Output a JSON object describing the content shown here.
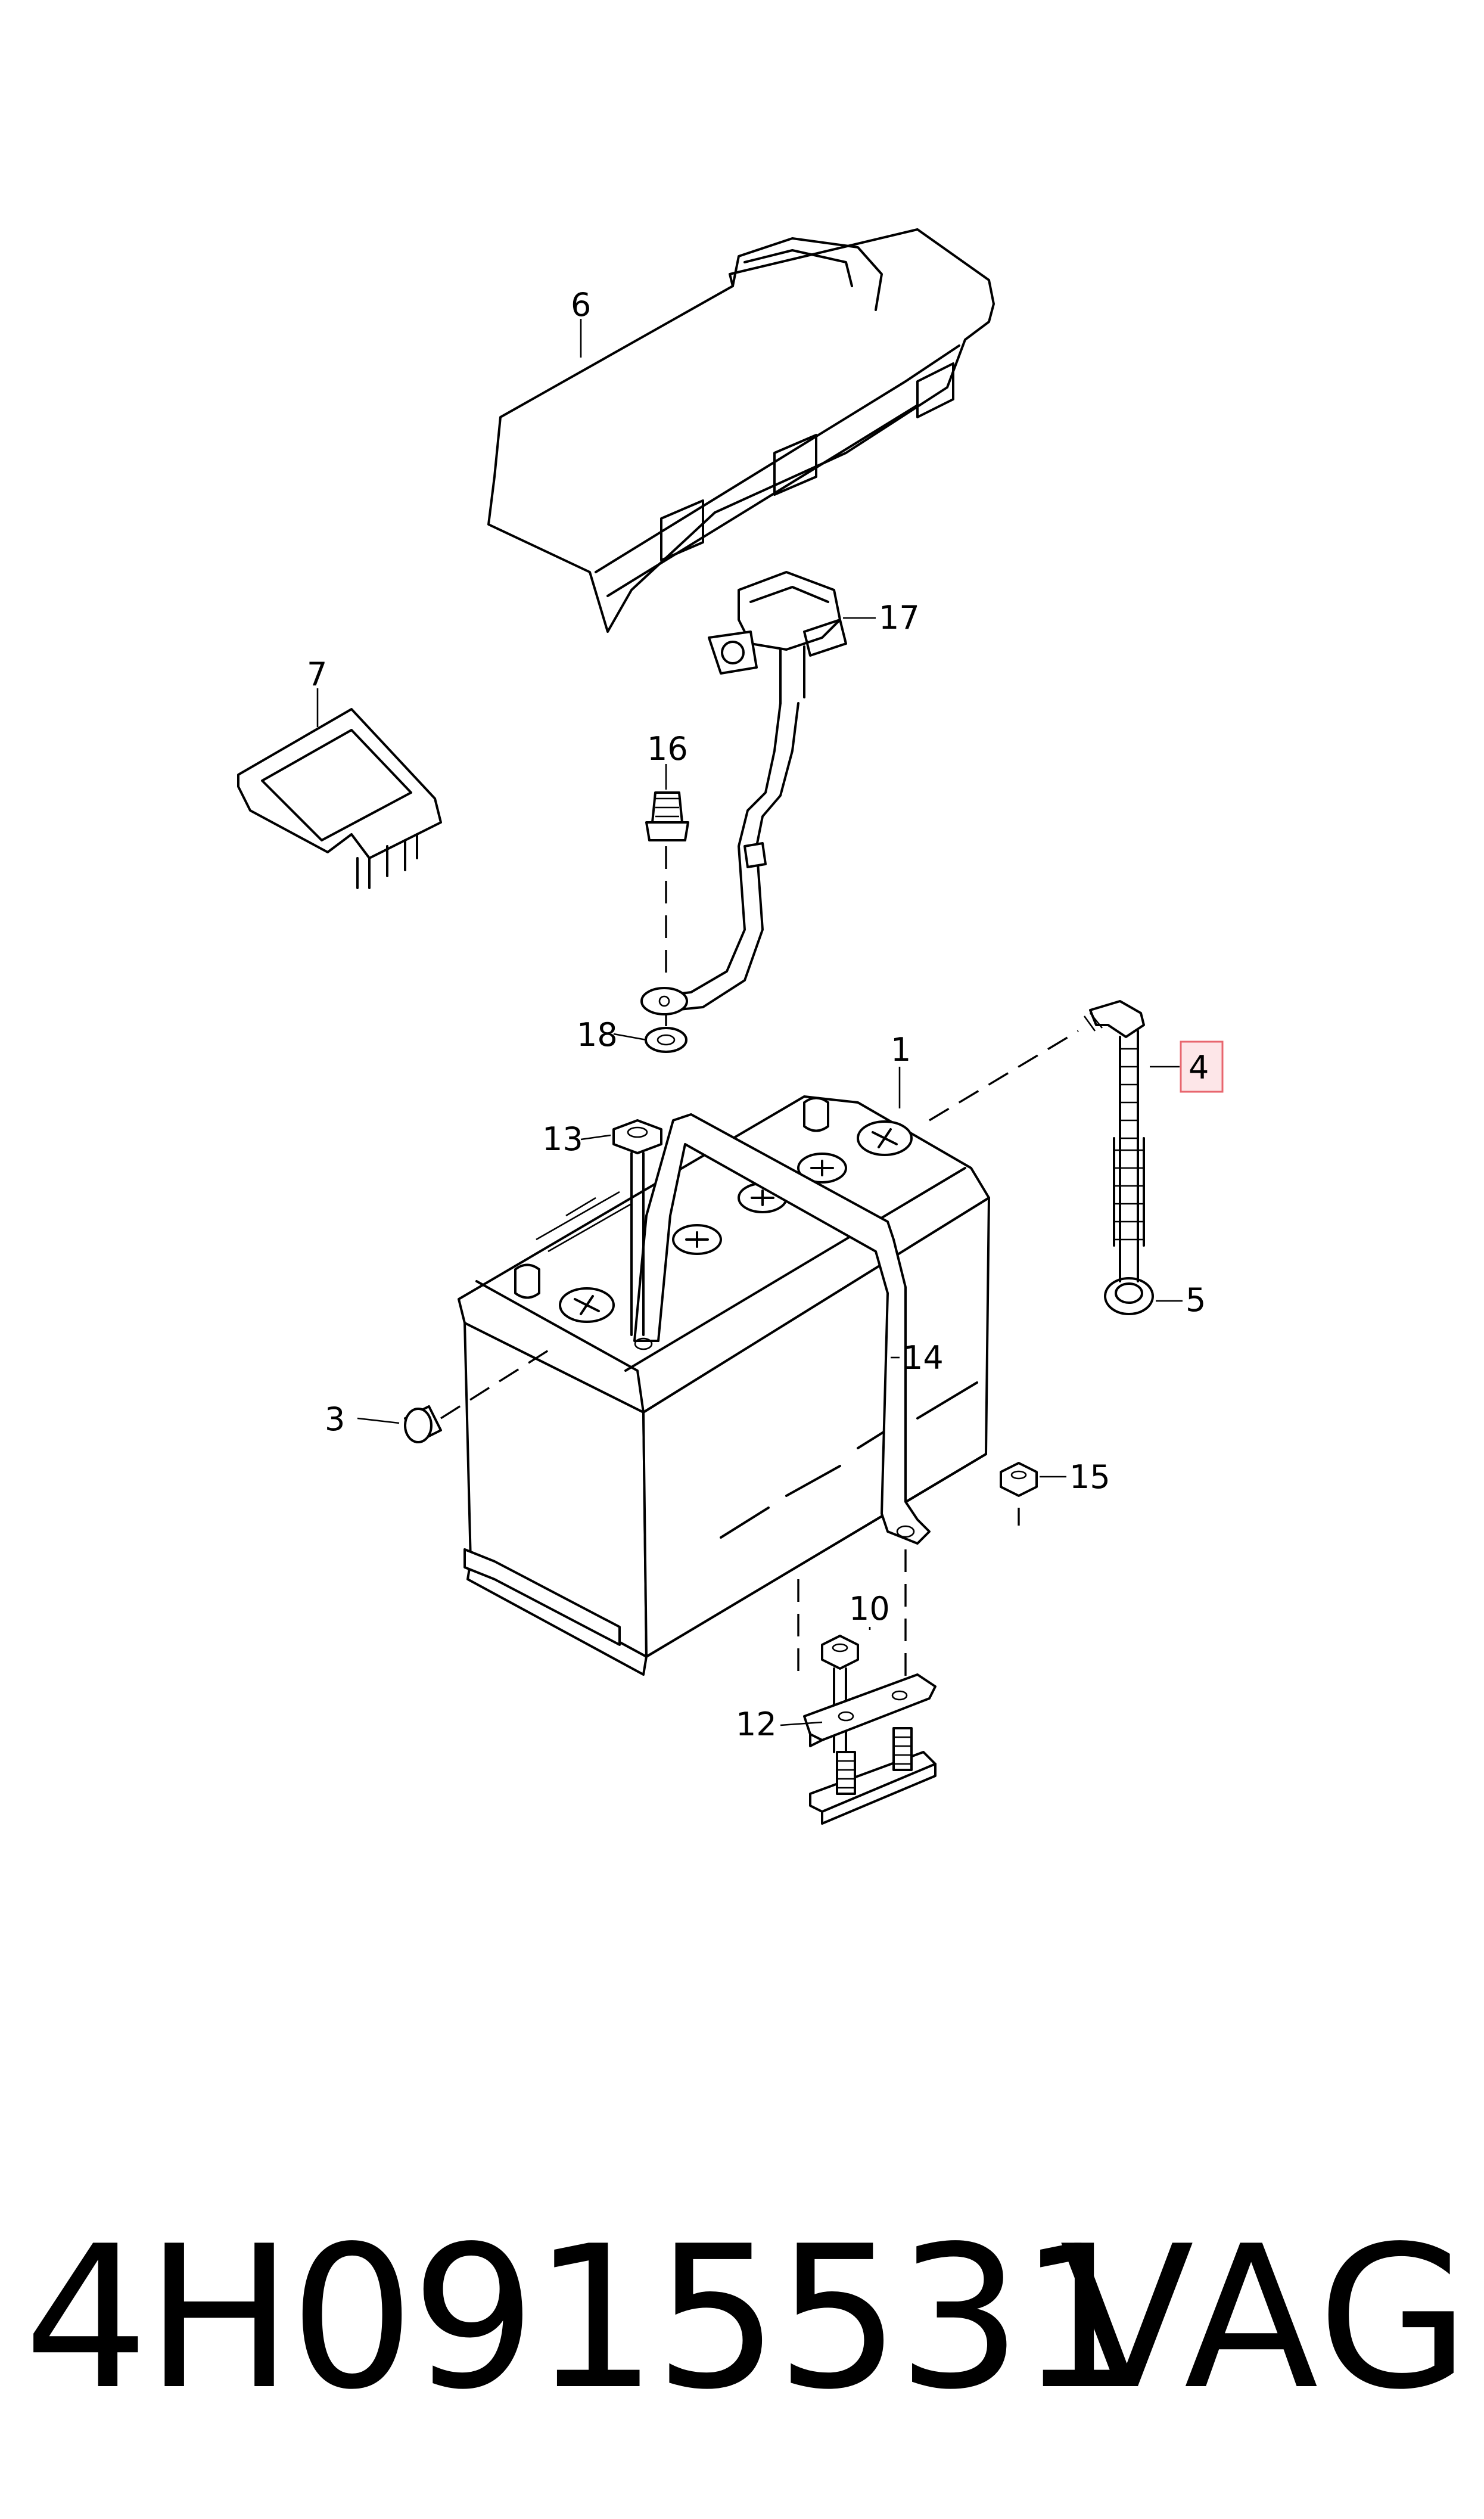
{
  "diagram": {
    "callouts": [
      {
        "id": "c1",
        "text": "1"
      },
      {
        "id": "c3",
        "text": "3"
      },
      {
        "id": "c4",
        "text": "4",
        "highlight": true
      },
      {
        "id": "c5",
        "text": "5"
      },
      {
        "id": "c6",
        "text": "6"
      },
      {
        "id": "c7",
        "text": "7"
      },
      {
        "id": "c10",
        "text": "10"
      },
      {
        "id": "c12",
        "text": "12"
      },
      {
        "id": "c13",
        "text": "13"
      },
      {
        "id": "c14",
        "text": "14"
      },
      {
        "id": "c15",
        "text": "15"
      },
      {
        "id": "c16",
        "text": "16"
      },
      {
        "id": "c17",
        "text": "17"
      },
      {
        "id": "c18",
        "text": "18"
      }
    ],
    "highlight_color": "#e8666e",
    "highlight_fill": "#fde6e8"
  },
  "footer": {
    "part_number": "4H0915531",
    "brand": "VAG"
  }
}
